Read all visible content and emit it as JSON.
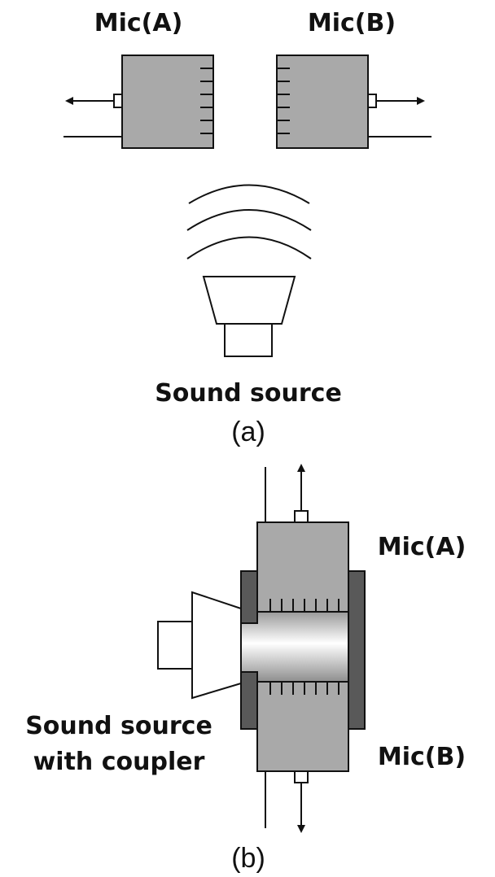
{
  "panel_a": {
    "mic_a_label": "Mic(A)",
    "mic_b_label": "Mic(B)",
    "source_label": "Sound source",
    "caption": "(a)"
  },
  "panel_b": {
    "mic_a_label": "Mic(A)",
    "mic_b_label": "Mic(B)",
    "source_label_line1": "Sound source",
    "source_label_line2": "with coupler",
    "caption": "(b)"
  },
  "colors": {
    "mic_body": "#a9a9a9",
    "gasket": "#595959",
    "stroke": "#111111"
  }
}
